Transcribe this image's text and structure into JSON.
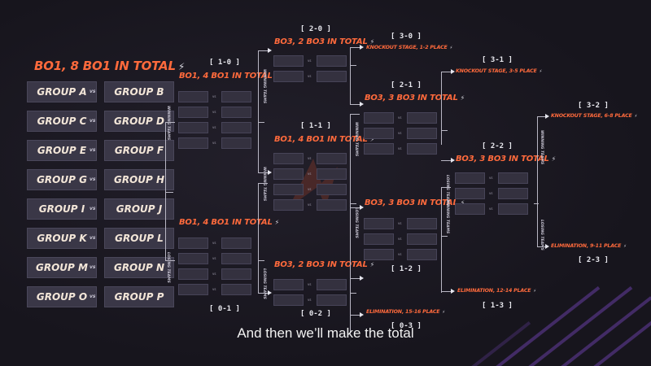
{
  "main_header": {
    "label": "BO1, 8 BO1 IN TOTAL",
    "glyph": "⚡"
  },
  "vs_label": "vs",
  "group_pairs": [
    {
      "a": "GROUP A",
      "b": "GROUP B"
    },
    {
      "a": "GROUP C",
      "b": "GROUP D"
    },
    {
      "a": "GROUP E",
      "b": "GROUP F"
    },
    {
      "a": "GROUP G",
      "b": "GROUP H"
    },
    {
      "a": "GROUP I",
      "b": "GROUP J"
    },
    {
      "a": "GROUP K",
      "b": "GROUP L"
    },
    {
      "a": "GROUP M",
      "b": "GROUP N"
    },
    {
      "a": "GROUP O",
      "b": "GROUP P"
    }
  ],
  "round1": {
    "upper": {
      "score": "[ 1-0 ]",
      "label": "BO1, 4 BO1 IN TOTAL",
      "side": "WINNING TEAMS"
    },
    "lower": {
      "score": "[ 0-1 ]",
      "label": "BO1, 4 BO1 IN TOTAL",
      "side": "LOSING TEAMS"
    }
  },
  "round2": {
    "top": {
      "score": "[ 2-0 ]",
      "label": "BO3, 2 BO3 IN TOTAL",
      "side": "WINNING TEAMS"
    },
    "mid": {
      "score": "[ 1-1 ]",
      "label": "BO1, 4 BO1 IN TOTAL",
      "side": "WINNING TEAMS"
    },
    "bottom": {
      "score": "[ 0-2 ]",
      "label": "BO3, 2 BO3 IN TOTAL",
      "side": "LOSING TEAMS"
    }
  },
  "round3": {
    "top": {
      "score": "[ 3-0 ]",
      "label": "KNOCKOUT STAGE, 1-2 PLACE"
    },
    "upper": {
      "score": "[ 2-1 ]",
      "label": "BO3, 3 BO3 IN TOTAL",
      "side": "WINNING TEAMS"
    },
    "lower": {
      "score": "[ 1-2 ]",
      "label": "BO3, 3 BO3 IN TOTAL",
      "side": "LOSING TEAMS"
    },
    "bottom": {
      "score": "[ 0-3 ]",
      "label": "ELIMINATION, 15-16 PLACE"
    }
  },
  "round4": {
    "top": {
      "score": "[ 3-1 ]",
      "label": "KNOCKOUT STAGE, 3-5 PLACE"
    },
    "mid": {
      "score": "[ 2-2 ]",
      "label": "BO3, 3 BO3 IN TOTAL",
      "side_w": "WINNING TEAMS",
      "side_l": "LOSING TEAMS"
    },
    "bottom": {
      "score": "[ 1-3 ]",
      "label": "ELIMINATION, 12-14 PLACE"
    }
  },
  "round5": {
    "top": {
      "score": "[ 3-2 ]",
      "label": "KNOCKOUT STAGE, 6-8 PLACE"
    },
    "bottom": {
      "score": "[ 2-3 ]",
      "label": "ELIMINATION, 9-11 PLACE"
    },
    "side_w": "WINNING TEAMS",
    "side_l": "LOSING TEAMS"
  },
  "caption": "And then we’ll make the total",
  "colors": {
    "accent": "#ff6a3c",
    "slot": "#34313f",
    "group_box": "#3a3747",
    "line": "#b9b7c4",
    "background": "#191720",
    "deco": "#4a2f72"
  }
}
